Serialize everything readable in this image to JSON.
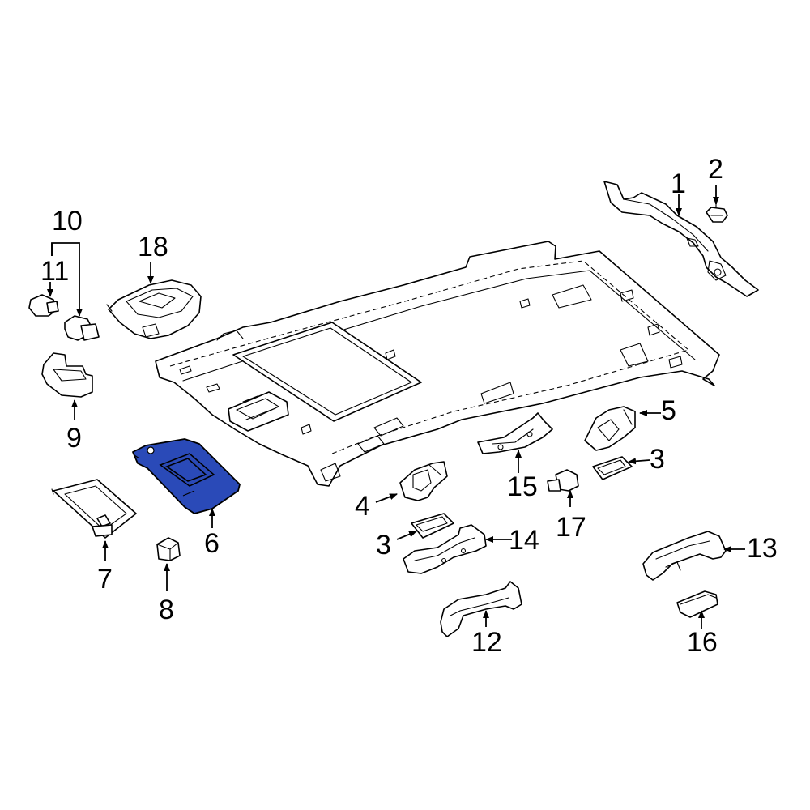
{
  "highlight_color": "#2a4ab8",
  "arrow_icon": "arrowhead",
  "callouts": {
    "c1": "1",
    "c2": "2",
    "c3a": "3",
    "c3b": "3",
    "c4": "4",
    "c5": "5",
    "c6": "6",
    "c7": "7",
    "c8": "8",
    "c9": "9",
    "c10": "10",
    "c11": "11",
    "c12": "12",
    "c13": "13",
    "c14": "14",
    "c15": "15",
    "c16": "16",
    "c17": "17",
    "c18": "18"
  }
}
